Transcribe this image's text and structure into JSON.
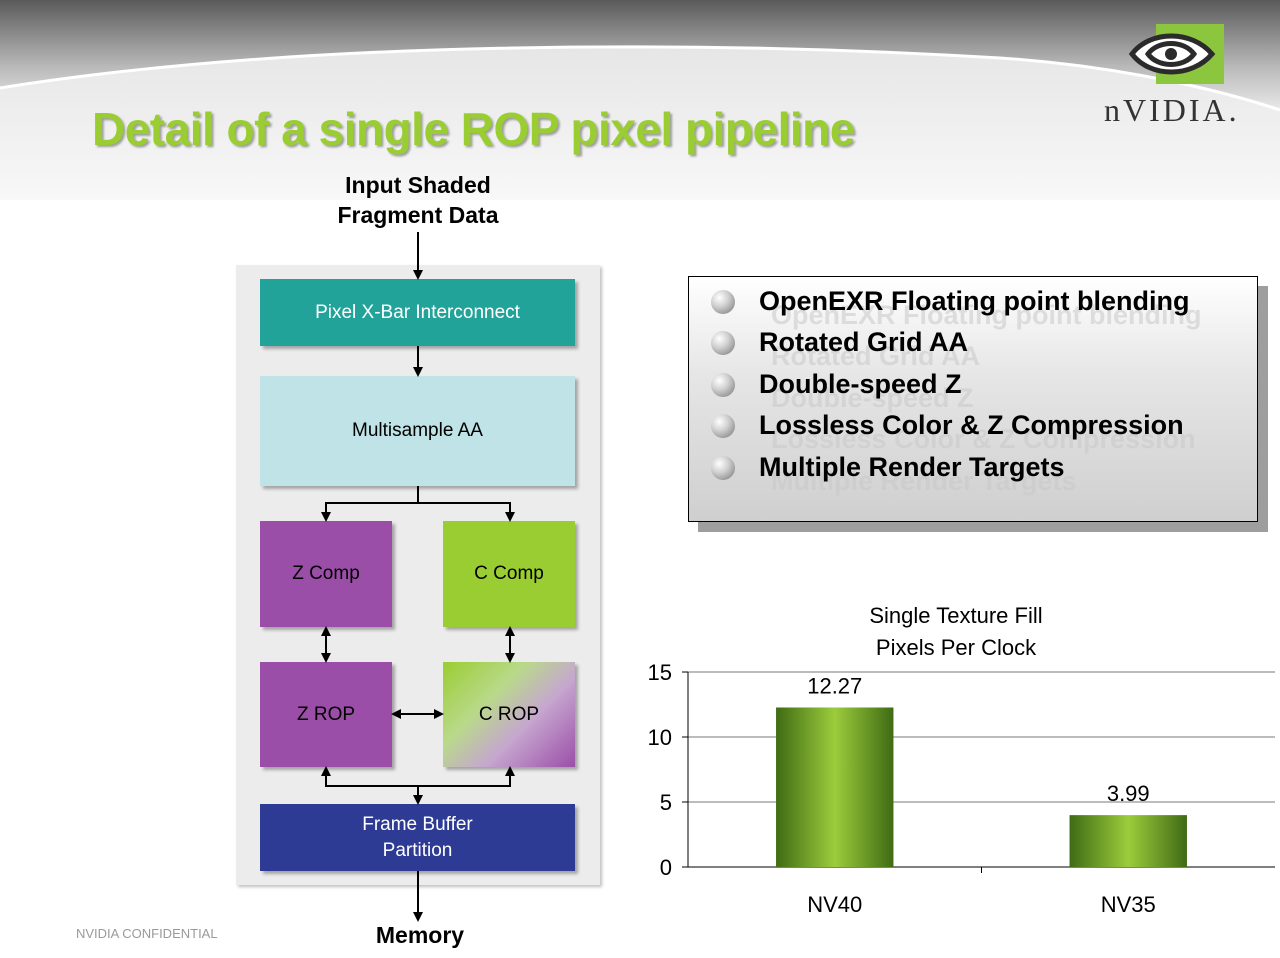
{
  "title": "Detail of a single ROP pixel pipeline",
  "logo": {
    "text": "nVIDIA.",
    "accent_color": "#76b900"
  },
  "diagram": {
    "input_label_line1": "Input Shaded",
    "input_label_line2": "Fragment Data",
    "output_label": "Memory",
    "blocks": {
      "xbar": {
        "label": "Pixel X-Bar Interconnect",
        "color": "#22a39a"
      },
      "msaa": {
        "label": "Multisample AA",
        "color": "#bfe3e6"
      },
      "zcomp": {
        "label": "Z Comp",
        "color": "#9b4ea8"
      },
      "ccomp": {
        "label": "C Comp",
        "color": "#9acd32"
      },
      "zrop": {
        "label": "Z ROP",
        "color": "#9b4ea8"
      },
      "crop": {
        "label": "C ROP",
        "colors": [
          "#9acd32",
          "#9b4ea8"
        ]
      },
      "fb": {
        "label_line1": "Frame Buffer",
        "label_line2": "Partition",
        "color": "#2e3b94"
      }
    }
  },
  "features": [
    "OpenEXR Floating point blending",
    "Rotated Grid AA",
    "Double-speed Z",
    "Lossless Color & Z Compression",
    "Multiple Render Targets"
  ],
  "chart_title_line1": "Single Texture Fill",
  "chart_title_line2": "Pixels Per Clock",
  "chart_data": {
    "type": "bar",
    "title": "Single Texture Fill Pixels Per Clock",
    "categories": [
      "NV40",
      "NV35"
    ],
    "values": [
      12.27,
      3.99
    ],
    "data_labels": [
      "12.27",
      "3.99"
    ],
    "ylim": [
      0,
      15
    ],
    "yticks": [
      0,
      5,
      10,
      15
    ],
    "grid": true,
    "bar_color": "#6fa52a"
  },
  "footer": "NVIDIA CONFIDENTIAL"
}
